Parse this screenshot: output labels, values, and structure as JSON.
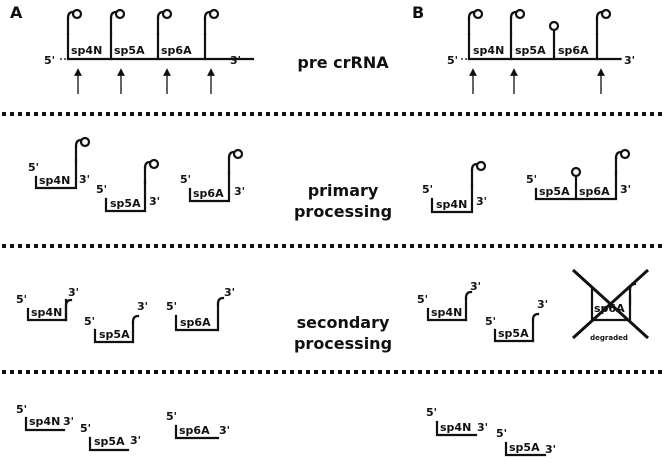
{
  "panels": {
    "a": "A",
    "b": "B"
  },
  "stages": {
    "pre": "pre crRNA",
    "primary_1": "primary",
    "primary_2": "processing",
    "secondary_1": "secondary",
    "secondary_2": "processing"
  },
  "ends": {
    "five": "5'",
    "three": "3'"
  },
  "spacers": {
    "sp4N": "sp4N",
    "sp5A": "sp5A",
    "sp6A": "sp6A"
  },
  "labels": {
    "degraded": "degraded"
  }
}
